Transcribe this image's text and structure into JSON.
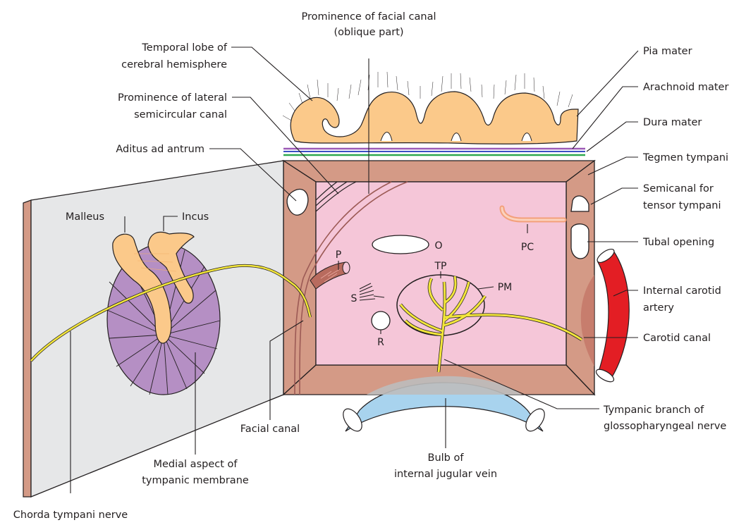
{
  "labels": {
    "prominence_facial": "Prominence of facial canal",
    "prominence_facial_2": "(oblique part)",
    "temporal_lobe": "Temporal lobe of",
    "temporal_lobe_2": "cerebral hemisphere",
    "prominence_lateral": "Prominence of lateral",
    "prominence_lateral_2": "semicircular canal",
    "aditus": "Aditus ad antrum",
    "malleus": "Malleus",
    "incus": "Incus",
    "pia": "Pia mater",
    "arachnoid": "Arachnoid mater",
    "dura": "Dura mater",
    "tegmen": "Tegmen tympani",
    "semicanal": "Semicanal for",
    "semicanal_2": "tensor tympani",
    "tubal": "Tubal opening",
    "carotid_artery": "Internal carotid",
    "carotid_artery_2": "artery",
    "carotid_canal": "Carotid canal",
    "tympanic_branch": "Tympanic branch of",
    "tympanic_branch_2": "glossopharyngeal nerve",
    "bulb": "Bulb of",
    "bulb_2": "internal jugular vein",
    "facial_canal": "Facial canal",
    "medial_aspect": "Medial aspect of",
    "medial_aspect_2": "tympanic membrane",
    "chorda": "Chorda tympani nerve",
    "P": "P",
    "O": "O",
    "PC": "PC",
    "TP": "TP",
    "PM": "PM",
    "S": "S",
    "R": "R"
  },
  "colors": {
    "wall": "#d49a86",
    "medial_wall": "#f5c6d8",
    "door": "#e6e7e8",
    "brain": "#fbc98a",
    "membrane": "#b58fc4",
    "ossicle": "#fbc98a",
    "nerve": "#f3e63b",
    "artery": "#e31e24",
    "vein": "#a8d3ee",
    "pia": "#9b59b6",
    "arachnoid": "#3b4fc4",
    "dura": "#2fa84f"
  }
}
